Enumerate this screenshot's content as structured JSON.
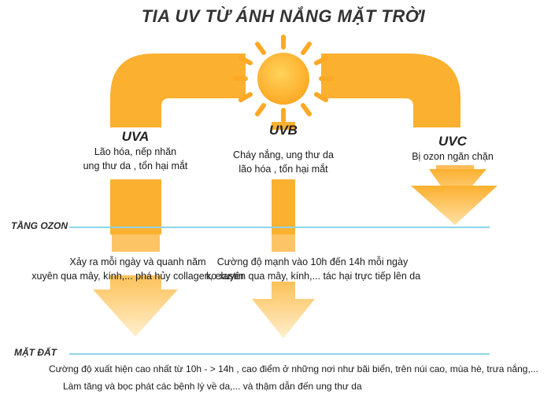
{
  "title": "TIA UV TỪ ÁNH NẮNG MẶT TRỜI",
  "colors": {
    "ray_orange": "#FBB02F",
    "arrow_light": "#FFE1A6",
    "sun_core": "#FDA925",
    "line_blue": "#8FD3EC"
  },
  "rays": {
    "uva": {
      "name": "UVA",
      "lines": [
        "Lão hóa, nếp nhăn",
        "ung thư da , tổn hại mắt"
      ],
      "ground_lines": [
        "Xảy ra mỗi ngày và quanh năm",
        "xuyên qua mây, kính,... phá hủy collagen, elastin"
      ]
    },
    "uvb": {
      "name": "UVB",
      "lines": [
        "Cháy nắng, ung thư da",
        "lão hóa , tổn hại mắt"
      ],
      "ground_lines": [
        "Cường độ mạnh vào 10h đến 14h mỗi ngày",
        "ko xuyên qua mây, kính,... tác hại trực tiếp lên da"
      ]
    },
    "uvc": {
      "name": "UVC",
      "lines": [
        "Bị ozon ngăn chặn"
      ]
    }
  },
  "layers": {
    "ozone": "TẦNG OZON",
    "ground": "MẶT ĐẤT"
  },
  "footer": [
    "Cường độ xuất hiện cao nhất từ 10h - > 14h , cao điểm ở những nơi như bãi biển, trên núi cao, mùa hè, trưa nắng,...",
    "Làm tăng và bọc phát các bệnh lý về da,... và thậm dẫn đến ung thư da"
  ]
}
